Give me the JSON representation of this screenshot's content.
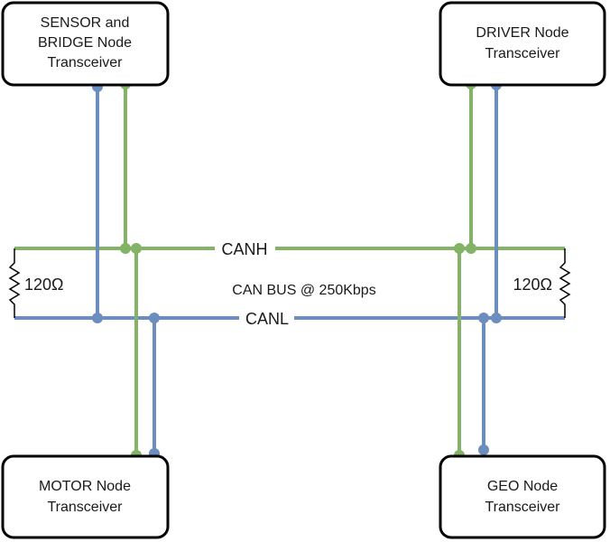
{
  "nodes": {
    "sensor_bridge": {
      "lines": [
        "SENSOR and",
        "BRIDGE Node",
        "Transceiver"
      ]
    },
    "driver": {
      "lines": [
        "DRIVER Node",
        "Transceiver"
      ]
    },
    "motor": {
      "lines": [
        "MOTOR Node",
        "Transceiver"
      ]
    },
    "geo": {
      "lines": [
        "GEO Node",
        "Transceiver"
      ]
    }
  },
  "bus": {
    "canh_label": "CANH",
    "canl_label": "CANL",
    "description": "CAN BUS @ 250Kbps"
  },
  "resistors": {
    "left_label": "120Ω",
    "right_label": "120Ω"
  },
  "colors": {
    "canh": "#82b366",
    "canl": "#6c8ebf",
    "box_stroke": "#000000",
    "resistor": "#000000"
  }
}
